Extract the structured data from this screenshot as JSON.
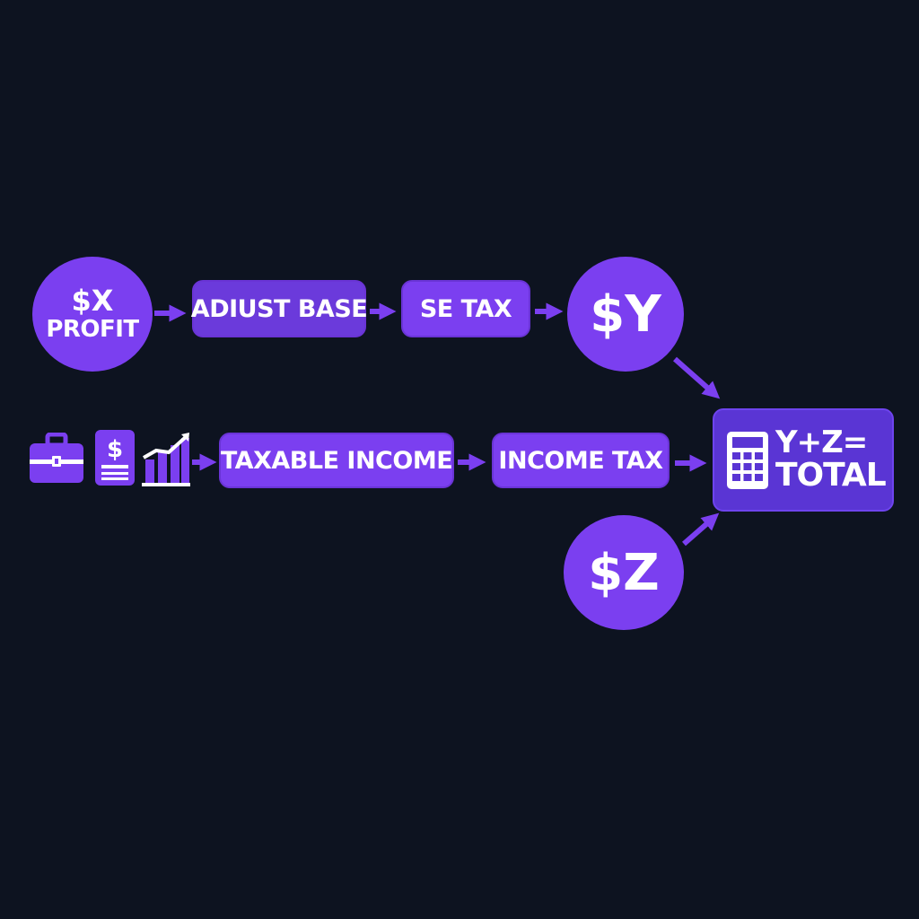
{
  "diagram": {
    "nodes": {
      "profit": {
        "line1": "$X",
        "line2": "PROFIT"
      },
      "adjust_base": "ADIUST BASE",
      "se_tax": "SE TAX",
      "y_result": "$Y",
      "taxable_income": "TAXABLE INCOME",
      "income_tax": "INCOME TAX",
      "z_result": "$Z",
      "total": {
        "line1": "Y+Z=",
        "line2": "TOTAL"
      }
    },
    "icons": [
      "briefcase-icon",
      "dollar-bill-icon",
      "growth-chart-icon",
      "calculator-icon",
      "arrow-icon"
    ],
    "colors": {
      "background": "#0d1320",
      "node_fill": "#7b3ff0",
      "node_fill_dark": "#6b3adb",
      "total_fill": "#5a35d4",
      "arrow": "#7b3ff0",
      "text": "#ffffff"
    }
  }
}
